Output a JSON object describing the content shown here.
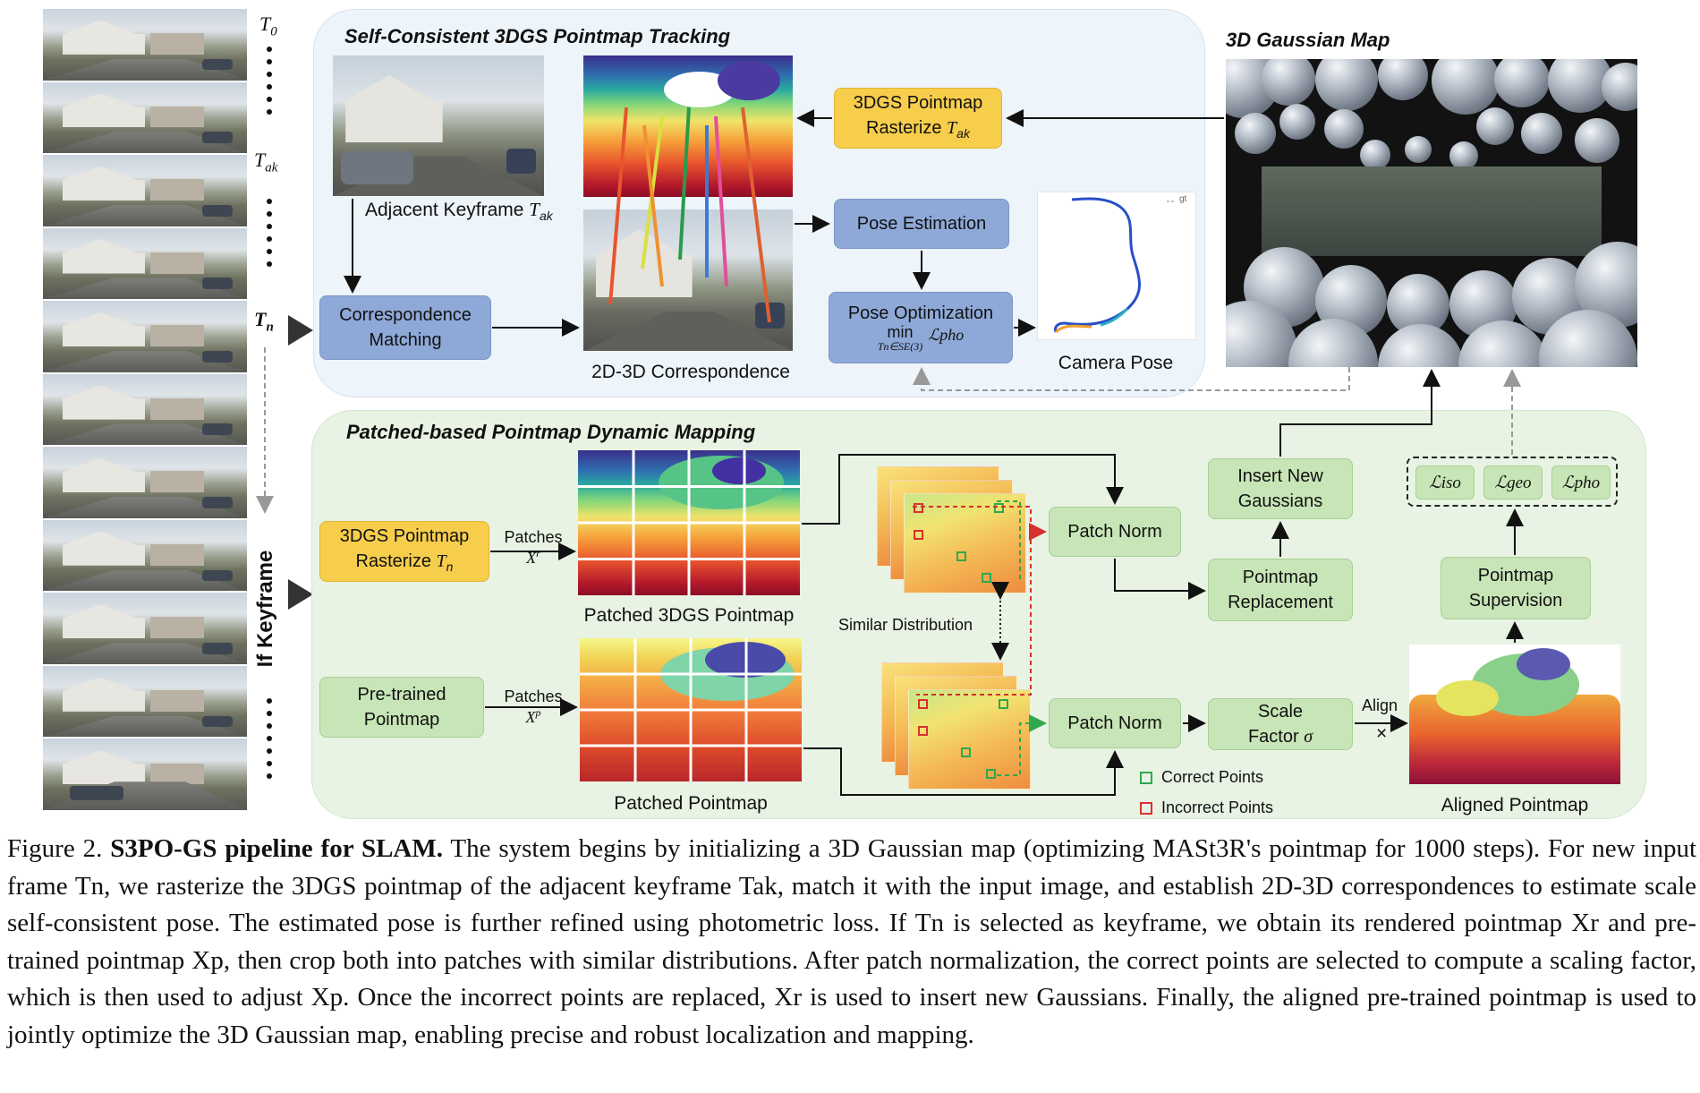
{
  "frame_labels": {
    "t0": "T",
    "t0_sub": "0",
    "tak": "T",
    "tak_sub": "ak",
    "tn": "T",
    "tn_sub": "n",
    "if_keyframe": "If Keyframe"
  },
  "tracking": {
    "title": "Self-Consistent 3DGS Pointmap Tracking",
    "adjacent_keyframe_label": "Adjacent Keyframe ",
    "adjacent_keyframe_var": "T",
    "adjacent_keyframe_sub": "ak",
    "correspondence_matching": [
      "Correspondence",
      "Matching"
    ],
    "correspondence_label": "2D-3D Correspondence",
    "rasterize_tak_line1": "3DGS Pointmap",
    "rasterize_tak_line2": "Rasterize ",
    "rasterize_tak_var": "T",
    "rasterize_tak_sub": "ak",
    "pose_estimation": "Pose Estimation",
    "pose_optimization_line1": "Pose Optimization",
    "pose_optimization_min": "min",
    "pose_optimization_under": "Tn∈SE(3)",
    "pose_optimization_loss": "ℒpho",
    "camera_pose_label": "Camera Pose",
    "traj_legend": "gt"
  },
  "gaussian_map": {
    "title": "3D Gaussian Map"
  },
  "mapping": {
    "title": "Patched-based Pointmap Dynamic Mapping",
    "rasterize_tn_line1": "3DGS Pointmap",
    "rasterize_tn_line2": "Rasterize ",
    "rasterize_tn_var": "T",
    "rasterize_tn_sub": "n",
    "patches_r_label": "Patches",
    "patches_r_var": "X",
    "patches_r_sup": "r",
    "patched_3dgs_label": "Patched 3DGS Pointmap",
    "pretrained_pointmap": [
      "Pre-trained",
      "Pointmap"
    ],
    "patches_p_label": "Patches",
    "patches_p_var": "X",
    "patches_p_sup": "p",
    "patched_pointmap_label": "Patched Pointmap",
    "similar_distribution": "Similar Distribution",
    "patch_norm_top": "Patch Norm",
    "patch_norm_bottom": "Patch Norm",
    "insert_new_gaussians": [
      "Insert New",
      "Gaussians"
    ],
    "pointmap_replacement": [
      "Pointmap",
      "Replacement"
    ],
    "scale_factor_line1": "Scale",
    "scale_factor_line2": "Factor ",
    "scale_factor_var": "σ",
    "align_label": "Align",
    "times_symbol": "×",
    "pointmap_supervision": [
      "Pointmap",
      "Supervision"
    ],
    "losses": [
      "ℒiso",
      "ℒgeo",
      "ℒpho"
    ],
    "correct_points": "Correct Points",
    "incorrect_points": "Incorrect Points",
    "aligned_pointmap_label": "Aligned Pointmap"
  },
  "caption": {
    "figure": "Figure 2.",
    "bold": "S3PO-GS pipeline for SLAM.",
    "text": "The system begins by initializing a 3D Gaussian map (optimizing MASt3R's pointmap for 1000 steps). For new input frame Tn, we rasterize the 3DGS pointmap of the adjacent keyframe Tak, match it with the input image, and establish 2D-3D correspondences to estimate scale self-consistent pose. The estimated pose is further refined using photometric loss. If Tn is selected as keyframe, we obtain its rendered pointmap Xr and pre-trained pointmap Xp, then crop both into patches with similar distributions. After patch normalization, the correct points are selected to compute a scaling factor, which is then used to adjust Xp. Once the incorrect points are replaced, Xr is used to insert new Gaussians. Finally, the aligned pre-trained pointmap is used to jointly optimize the 3D Gaussian map, enabling precise and robust localization and mapping."
  },
  "colors": {
    "tracking_panel": "#edf4fa",
    "mapping_panel": "#e8f3e3",
    "blue_box": "#8ea9d8",
    "yellow_box": "#f7cd4c",
    "green_box": "#c7e5b7",
    "correct": "#2fa84f",
    "incorrect": "#d83030"
  },
  "icons": {
    "frame_pointer": "triangle-right-icon",
    "correct_marker": "green-square-icon",
    "incorrect_marker": "red-square-icon"
  }
}
